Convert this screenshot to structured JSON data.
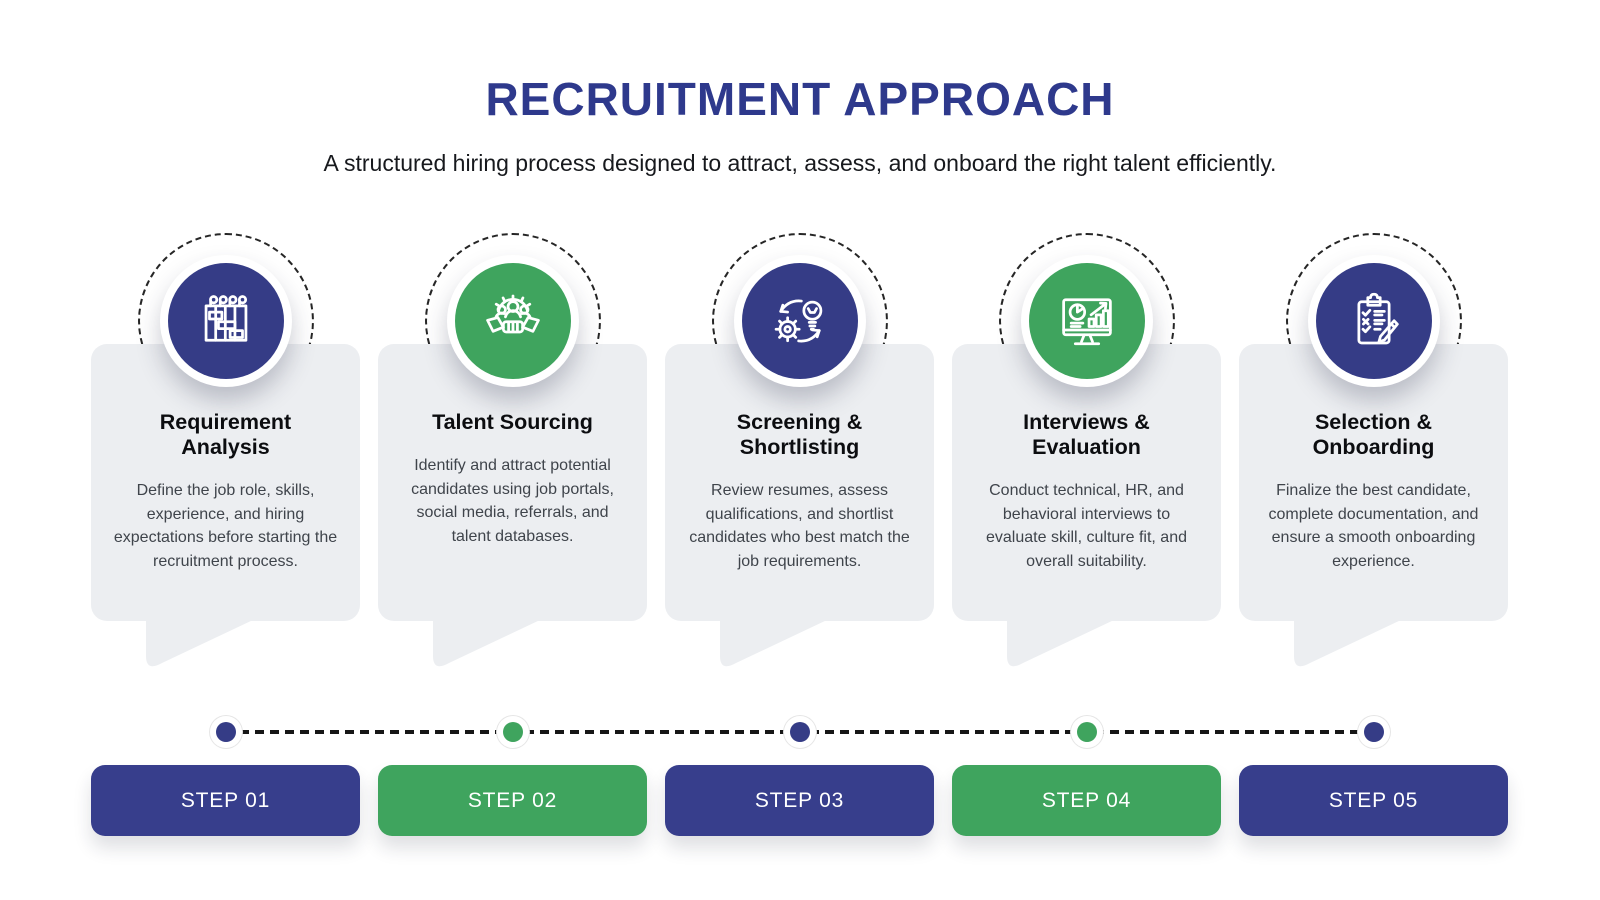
{
  "header": {
    "title": "RECRUITMENT APPROACH",
    "subtitle": "A structured hiring process designed to attract, assess, and onboard the right talent efficiently."
  },
  "colors": {
    "accent_blue": "#373e8c",
    "accent_green": "#3fa45e",
    "card_background": "#eceef1",
    "title_blue": "#2e398c",
    "timeline_dash": "#161616"
  },
  "steps": [
    {
      "title": "Requirement Analysis",
      "description": "Define the job role, skills, experience, and hiring expectations before starting the recruitment process.",
      "step_label": "STEP 01",
      "accent": "blue",
      "icon": "gantt-chart-icon"
    },
    {
      "title": "Talent Sourcing",
      "description": "Identify and attract potential candidates using job portals, social media, referrals, and talent databases.",
      "step_label": "STEP 02",
      "accent": "green",
      "icon": "handshake-people-icon"
    },
    {
      "title": "Screening & Shortlisting",
      "description": "Review resumes, assess qualifications, and shortlist candidates who best match the job requirements.",
      "step_label": "STEP 03",
      "accent": "blue",
      "icon": "gear-lightbulb-cycle-icon"
    },
    {
      "title": "Interviews & Evaluation",
      "description": "Conduct technical, HR, and behavioral interviews to evaluate skill, culture fit, and overall suitability.",
      "step_label": "STEP 04",
      "accent": "green",
      "icon": "analytics-monitor-icon"
    },
    {
      "title": "Selection & Onboarding",
      "description": "Finalize the best candidate, complete documentation, and ensure a smooth onboarding experience.",
      "step_label": "STEP 05",
      "accent": "blue",
      "icon": "checklist-clipboard-icon"
    }
  ]
}
